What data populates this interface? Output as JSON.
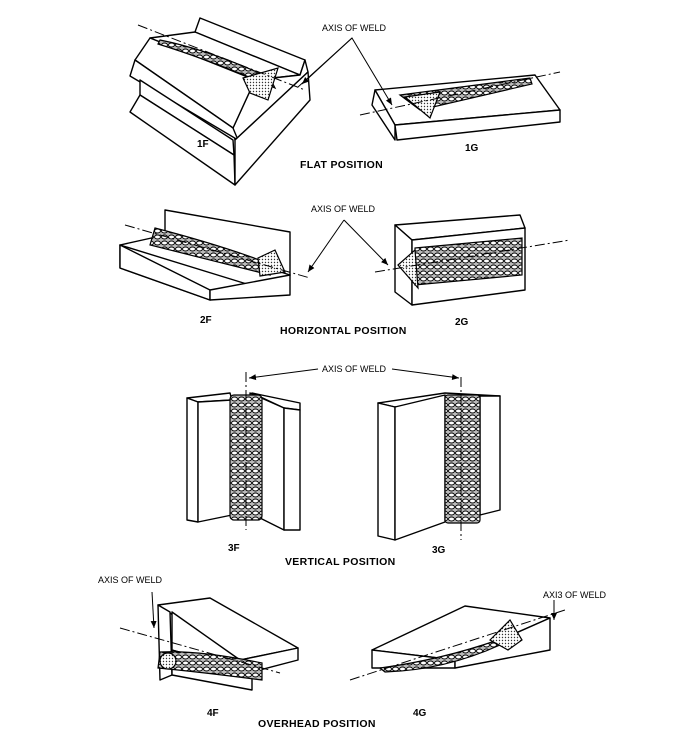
{
  "diagram": {
    "subject": "Welding positions",
    "axis_label": "AXIS OF WELD",
    "axis_label_variant": "AXI3 OF WELD",
    "sections": [
      {
        "title": "FLAT POSITION",
        "figures": [
          "1F",
          "1G"
        ]
      },
      {
        "title": "HORIZONTAL POSITION",
        "figures": [
          "2F",
          "2G"
        ]
      },
      {
        "title": "VERTICAL POSITION",
        "figures": [
          "3F",
          "3G"
        ]
      },
      {
        "title": "OVERHEAD POSITION",
        "figures": [
          "4F",
          "4G"
        ]
      }
    ]
  }
}
